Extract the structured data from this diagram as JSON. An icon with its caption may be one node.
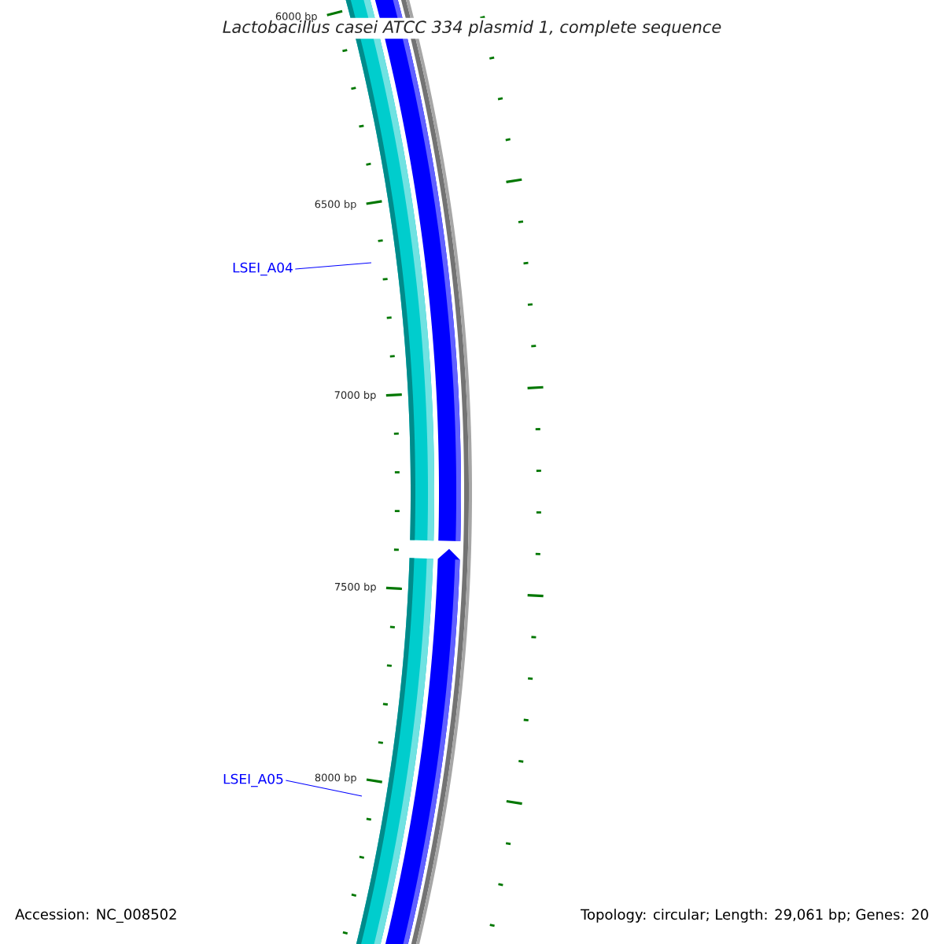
{
  "diagram": {
    "title": "Lactobacillus casei ATCC 334 plasmid 1, complete sequence",
    "nodes": [
      {
        "text": [
          "LSEI_A04"
        ]
      },
      {
        "text": [
          "LSEI_A05"
        ]
      }
    ],
    "edges": [
      {
        "from": 0,
        "to": null,
        "arrow": "none"
      },
      {
        "from": 1,
        "to": null,
        "arrow": "none"
      }
    ],
    "labels": [
      "6000 bp",
      "6500 bp",
      "7000 bp",
      "7500 bp",
      "8000 bp",
      "Accession: NC_008502",
      "Topology: circular; Length: 29,061 bp; Genes: 20"
    ]
  }
}
